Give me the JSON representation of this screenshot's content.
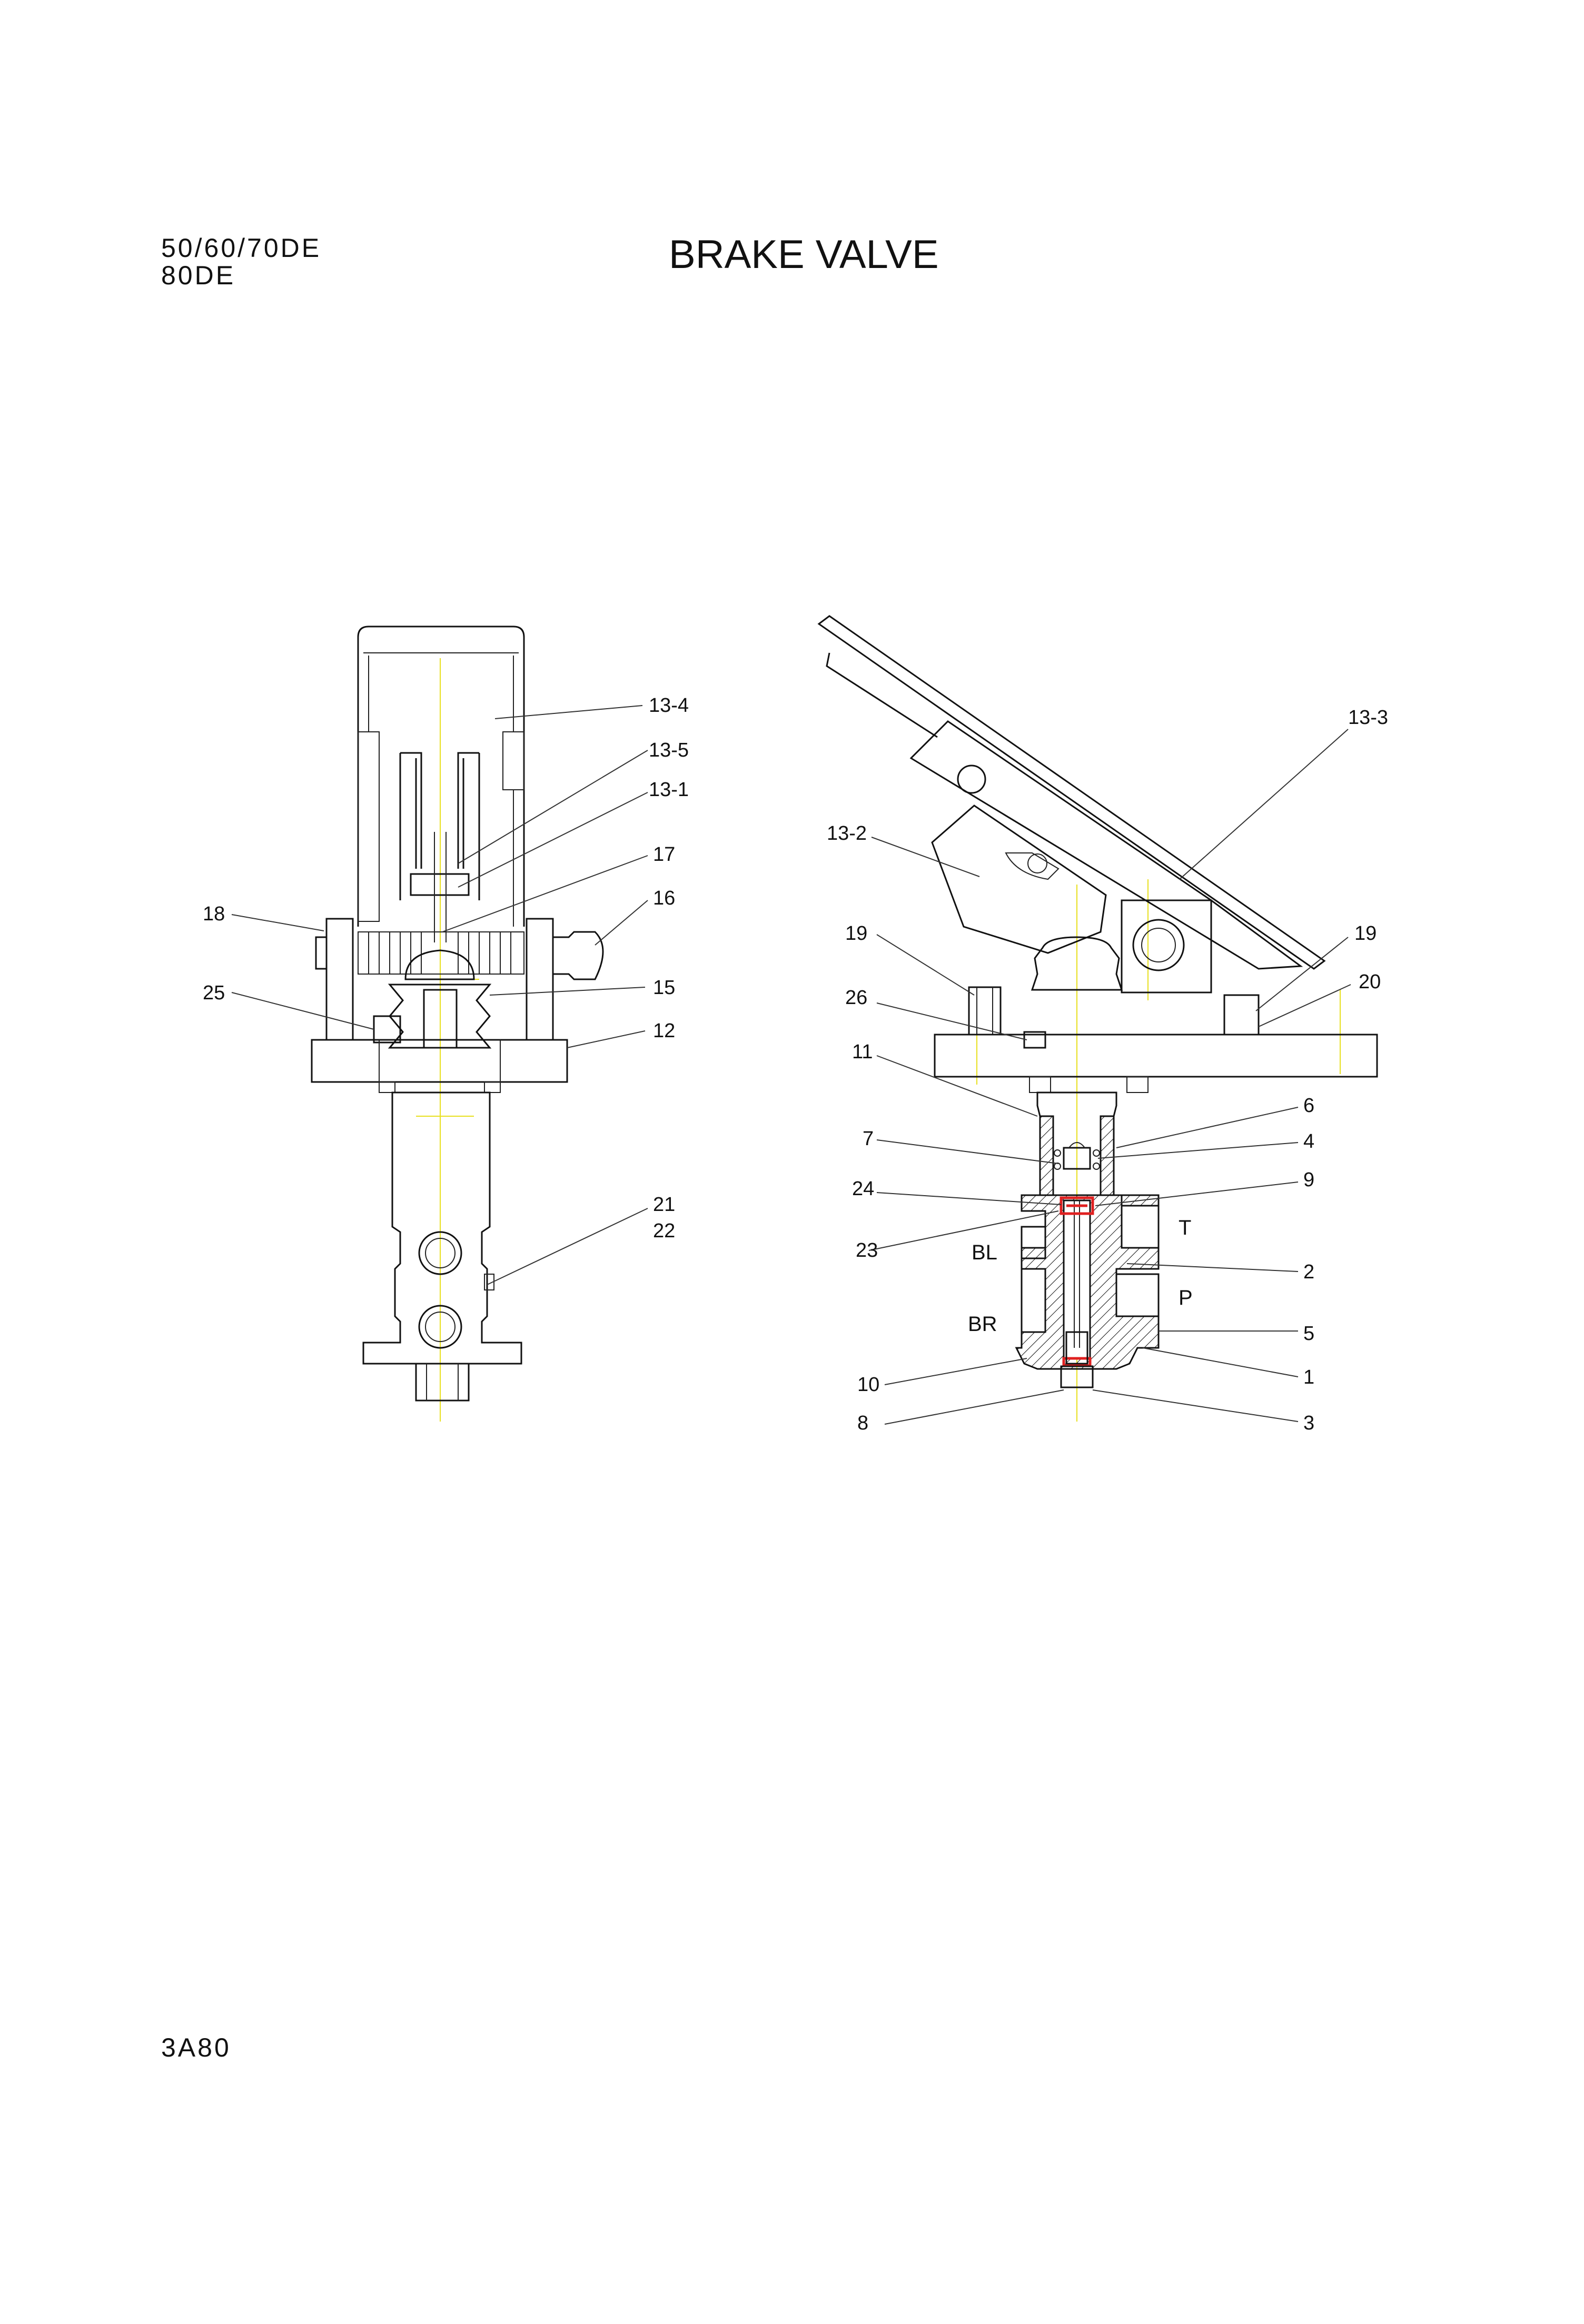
{
  "header": {
    "model_line1": "50/60/70DE",
    "model_line2": "80DE",
    "title": "BRAKE VALVE"
  },
  "footer": {
    "page_code": "3A80"
  },
  "left_view_callouts": [
    "13-4",
    "13-5",
    "13-1",
    "17",
    "16",
    "18",
    "15",
    "25",
    "12",
    "21",
    "22"
  ],
  "right_view_callouts": [
    "13-3",
    "13-2",
    "19",
    "19",
    "20",
    "26",
    "11",
    "6",
    "4",
    "7",
    "9",
    "24",
    "23",
    "2",
    "5",
    "1",
    "10",
    "8",
    "3"
  ],
  "port_labels": [
    "T",
    "BL",
    "P",
    "BR"
  ],
  "colors": {
    "line": "#111111",
    "centerline": "#e8e020",
    "seal_highlight": "#e02020"
  }
}
